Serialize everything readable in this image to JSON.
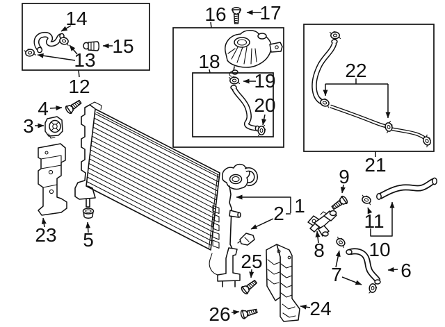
{
  "diagram": {
    "background_color": "#ffffff",
    "line_color": "#111111",
    "description": "Exploded parts diagram: radiator, coolant reservoir, hoses and clamps with numbered callouts"
  },
  "callouts": {
    "c1": {
      "label": "1"
    },
    "c2": {
      "label": "2"
    },
    "c3": {
      "label": "3"
    },
    "c4": {
      "label": "4"
    },
    "c5": {
      "label": "5"
    },
    "c6": {
      "label": "6"
    },
    "c7": {
      "label": "7"
    },
    "c8": {
      "label": "8"
    },
    "c9": {
      "label": "9"
    },
    "c10": {
      "label": "10"
    },
    "c11": {
      "label": "11"
    },
    "c12": {
      "label": "12"
    },
    "c13": {
      "label": "13"
    },
    "c14": {
      "label": "14"
    },
    "c15": {
      "label": "15"
    },
    "c16": {
      "label": "16"
    },
    "c17": {
      "label": "17"
    },
    "c18": {
      "label": "18"
    },
    "c19": {
      "label": "19"
    },
    "c20": {
      "label": "20"
    },
    "c21": {
      "label": "21"
    },
    "c22": {
      "label": "22"
    },
    "c23": {
      "label": "23"
    },
    "c24": {
      "label": "24"
    },
    "c25": {
      "label": "25"
    },
    "c26": {
      "label": "26"
    }
  }
}
